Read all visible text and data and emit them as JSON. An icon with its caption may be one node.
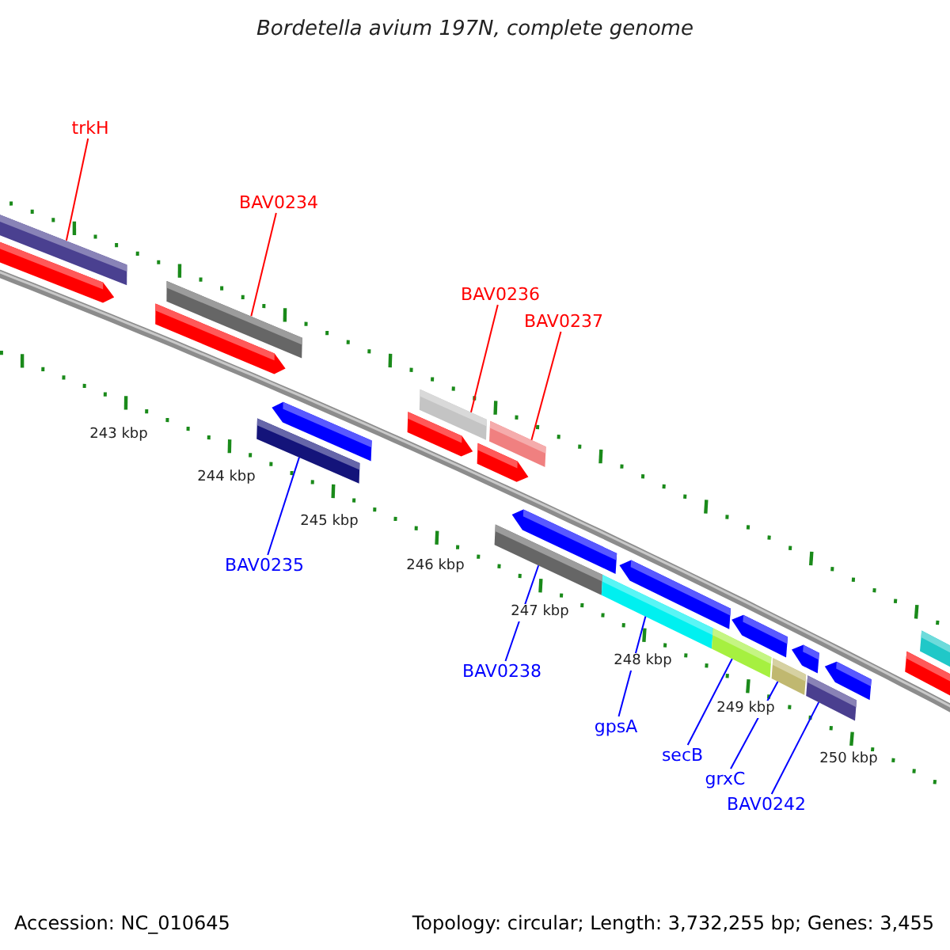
{
  "diagram": {
    "title": "Bordetella avium 197N, complete genome",
    "nodes": [
      {
        "text": [
          "trkH"
        ]
      },
      {
        "text": [],
        "shape": "bar"
      },
      {
        "text": [
          "BAV0234"
        ]
      },
      {
        "text": [],
        "shape": "bar"
      },
      {
        "text": [
          "BAV0236"
        ]
      },
      {
        "text": [],
        "shape": "bar"
      },
      {
        "text": [
          "BAV0237"
        ]
      },
      {
        "text": [],
        "shape": "bar"
      },
      {
        "text": [
          "BAV0235"
        ]
      },
      {
        "text": [],
        "shape": "bar"
      },
      {
        "text": [
          "BAV0238"
        ]
      },
      {
        "text": [],
        "shape": "bar"
      },
      {
        "text": [
          "gpsA"
        ]
      },
      {
        "text": [],
        "shape": "bar"
      },
      {
        "text": [
          "secB"
        ]
      },
      {
        "text": [],
        "shape": "bar"
      },
      {
        "text": [
          "grxC"
        ]
      },
      {
        "text": [],
        "shape": "bar"
      },
      {
        "text": [
          "BAV0242"
        ]
      },
      {
        "text": [],
        "shape": "bar"
      }
    ],
    "edges": [
      {
        "from": 0,
        "to": 1,
        "arrow": "none",
        "color": "#ff0000"
      },
      {
        "from": 2,
        "to": 3,
        "arrow": "none",
        "color": "#ff0000"
      },
      {
        "from": 4,
        "to": 5,
        "arrow": "none",
        "color": "#ff0000"
      },
      {
        "from": 6,
        "to": 7,
        "arrow": "none",
        "color": "#ff0000"
      },
      {
        "from": 8,
        "to": 9,
        "arrow": "none"
      },
      {
        "from": 10,
        "to": 11,
        "arrow": "none"
      },
      {
        "from": 12,
        "to": 13,
        "arrow": "none"
      },
      {
        "from": 14,
        "to": 15,
        "arrow": "none"
      },
      {
        "from": 16,
        "to": 17,
        "arrow": "none"
      },
      {
        "from": 18,
        "to": 19,
        "arrow": "none"
      }
    ],
    "labels": [
      "243 kbp",
      "244 kbp",
      "245 kbp",
      "246 kbp",
      "247 kbp",
      "248 kbp",
      "249 kbp",
      "250 kbp",
      "Accession: NC_010645",
      "Topology: circular; Length: 3,732,255 bp; Genes: 3,455"
    ]
  }
}
